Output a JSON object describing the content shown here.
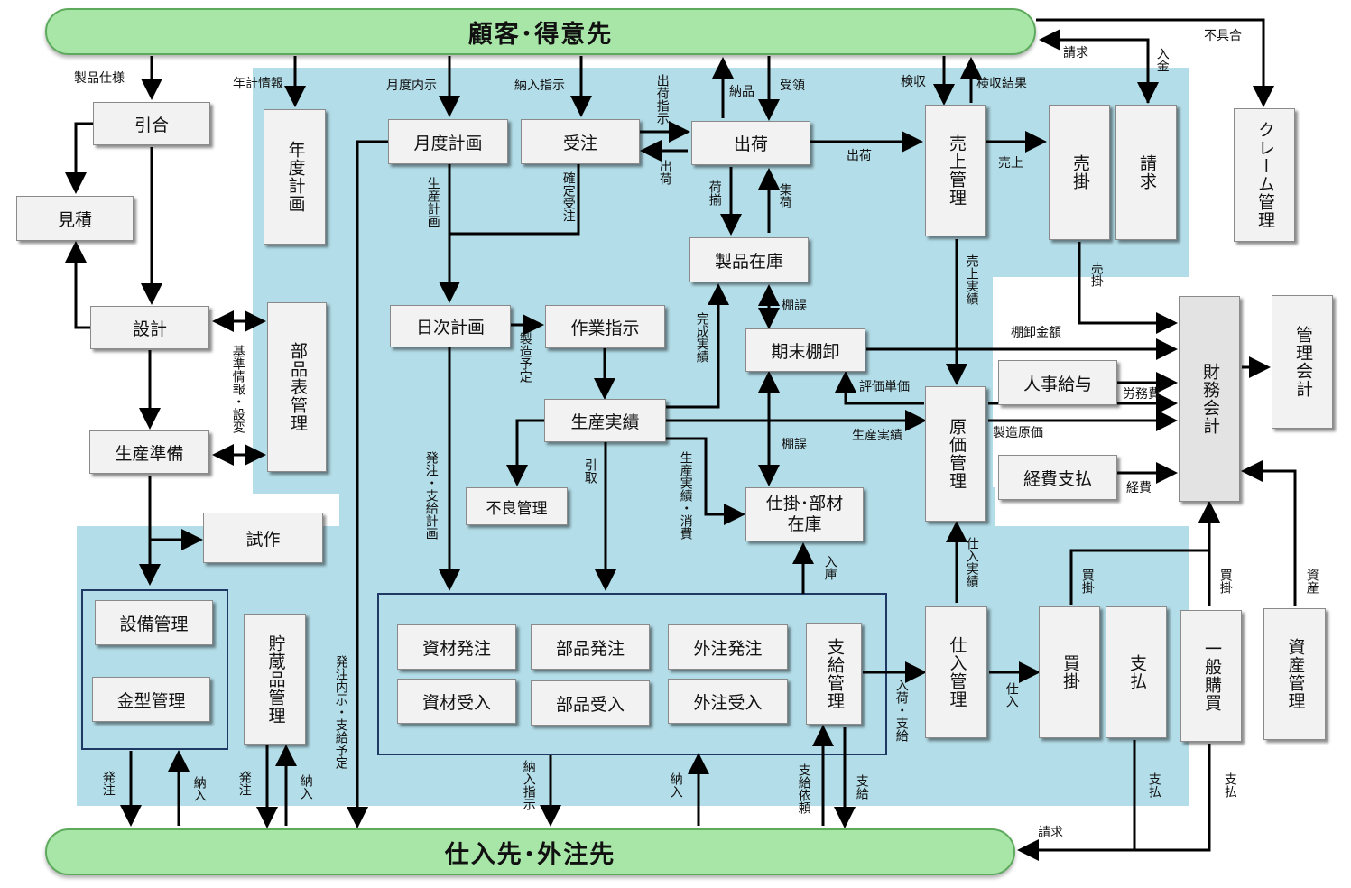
{
  "diagram": {
    "banners": {
      "customer": "顧客･得意先",
      "supplier": "仕入先･外注先"
    },
    "nodes": {
      "inquiry": "引合",
      "estimate": "見積",
      "design": "設計",
      "production_prep": "生産準備",
      "prototype": "試作",
      "equipment_mgmt": "設備管理",
      "mold_mgmt": "金型管理",
      "stock_supplies_mgmt": "貯蔵品管理",
      "annual_plan": "年度計画",
      "bom_mgmt": "部品表管理",
      "monthly_plan": "月度計画",
      "order_received": "受注",
      "shipping": "出荷",
      "product_inventory": "製品在庫",
      "daily_plan": "日次計画",
      "work_instruction": "作業指示",
      "production_results": "生産実績",
      "defect_mgmt": "不良管理",
      "period_end_stocktake": "期末棚卸",
      "wip_parts_inventory": "仕掛･部材\n在庫",
      "material_order": "資材発注",
      "parts_order": "部品発注",
      "outsource_order": "外注発注",
      "material_receipt": "資材受入",
      "parts_receipt": "部品受入",
      "outsource_receipt": "外注受入",
      "supply_mgmt": "支給管理",
      "sales_mgmt": "売上管理",
      "accounts_receivable": "売掛",
      "billing": "請求",
      "claim_mgmt": "クレーム管理",
      "cost_mgmt": "原価管理",
      "hr_payroll": "人事給与",
      "expense_payment": "経費支払",
      "financial_accounting": "財務会計",
      "management_accounting": "管理会計",
      "purchase_mgmt": "仕入管理",
      "accounts_payable": "買掛",
      "payment": "支払",
      "general_purchasing": "一般購買",
      "asset_mgmt": "資産管理"
    },
    "labels": {
      "product_spec": "製品仕様",
      "annual_info": "年計情報",
      "monthly_forecast": "月度内示",
      "delivery_instruction_top": "納入指示",
      "shipping_instruction": "出荷指示",
      "shipping_back": "出荷",
      "delivered_goods": "納品",
      "receipt_top": "受領",
      "inspection": "検収",
      "inspection_result": "検収結果",
      "invoice_top": "請求",
      "payment_in": "入金",
      "defect": "不具合",
      "production_plan": "生産計画",
      "confirmed_order": "確定受注",
      "picking": "荷揃",
      "collection": "集荷",
      "shipment": "出荷",
      "sales": "売上",
      "sales_results": "売上実績",
      "receivable": "売掛",
      "stock_diff_upper": "棚誤",
      "stock_diff_lower": "棚誤",
      "stocktake_amount": "棚卸金額",
      "valuation_unit_price": "評価単価",
      "labor_cost": "労務費",
      "manufacturing_cost": "製造原価",
      "production_results_label": "生産実績",
      "expenses": "経費",
      "standard_info": "基準情報・設変",
      "production_schedule": "製造予定",
      "finished_results": "完成実績",
      "order_supply_plan": "発注・支給計画",
      "withdrawal": "引取",
      "results_consumption": "生産実績・消費",
      "warehousing": "入庫",
      "purchase_results": "仕入実績",
      "receipt_supply": "入荷・支給",
      "purchase": "仕入",
      "payable_ap": "買掛",
      "payable_gp": "買掛",
      "assets": "資産",
      "order_forecast_supply": "発注内示・支給予定",
      "order_equipment": "発注",
      "delivery_equipment": "納入",
      "order_stock": "発注",
      "delivery_stock": "納入",
      "delivery_instruction_bottom": "納入指示",
      "delivery_bottom": "納入",
      "supply_request": "支給依頼",
      "supply": "支給",
      "invoice_bottom": "請求",
      "pay_ap": "支払",
      "pay_gp": "支払"
    }
  },
  "colors": {
    "region": "#b3dde8",
    "banner": "#a8e6a8",
    "box": "#f2f2f2",
    "frame": "#1f3864",
    "arrow": "#000000"
  }
}
